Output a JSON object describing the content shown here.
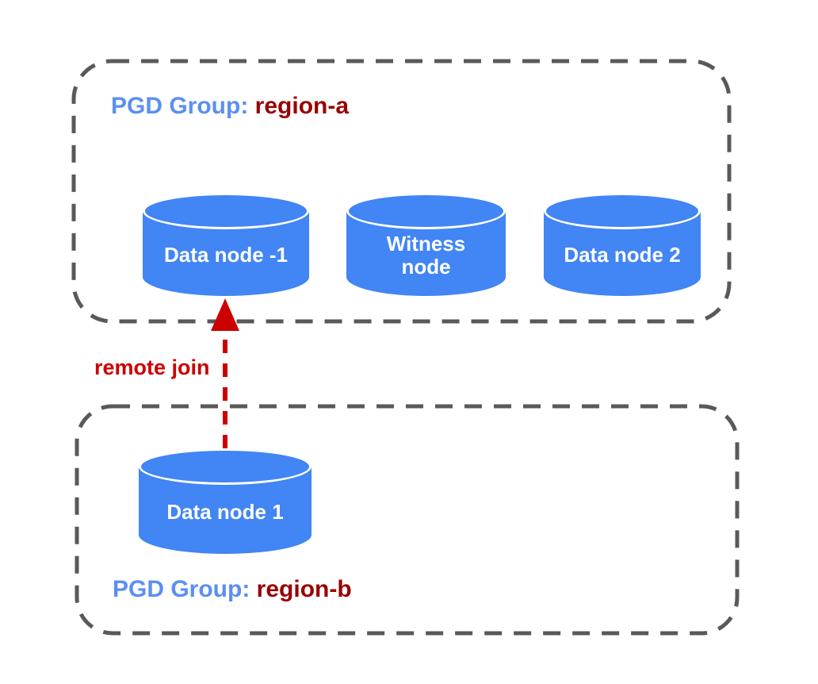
{
  "colors": {
    "background": "#FFFFFF",
    "node_fill": "#4285F4",
    "node_text": "#FFFFFF",
    "group_label_blue": "#5B8FF2",
    "region_name_red": "#990000",
    "remote_join_red": "#CC0000",
    "boundary_gray": "#595959"
  },
  "groups": [
    {
      "id": "region-a",
      "label_prefix": "PGD Group:",
      "region_name": "region-a",
      "nodes": [
        {
          "label": "Data node -1"
        },
        {
          "label": "Witness\nnode"
        },
        {
          "label": "Data node 2"
        }
      ]
    },
    {
      "id": "region-b",
      "label_prefix": "PGD Group:",
      "region_name": "region-b",
      "nodes": [
        {
          "label": "Data node 1"
        }
      ]
    }
  ],
  "arrow": {
    "label": "remote join"
  }
}
